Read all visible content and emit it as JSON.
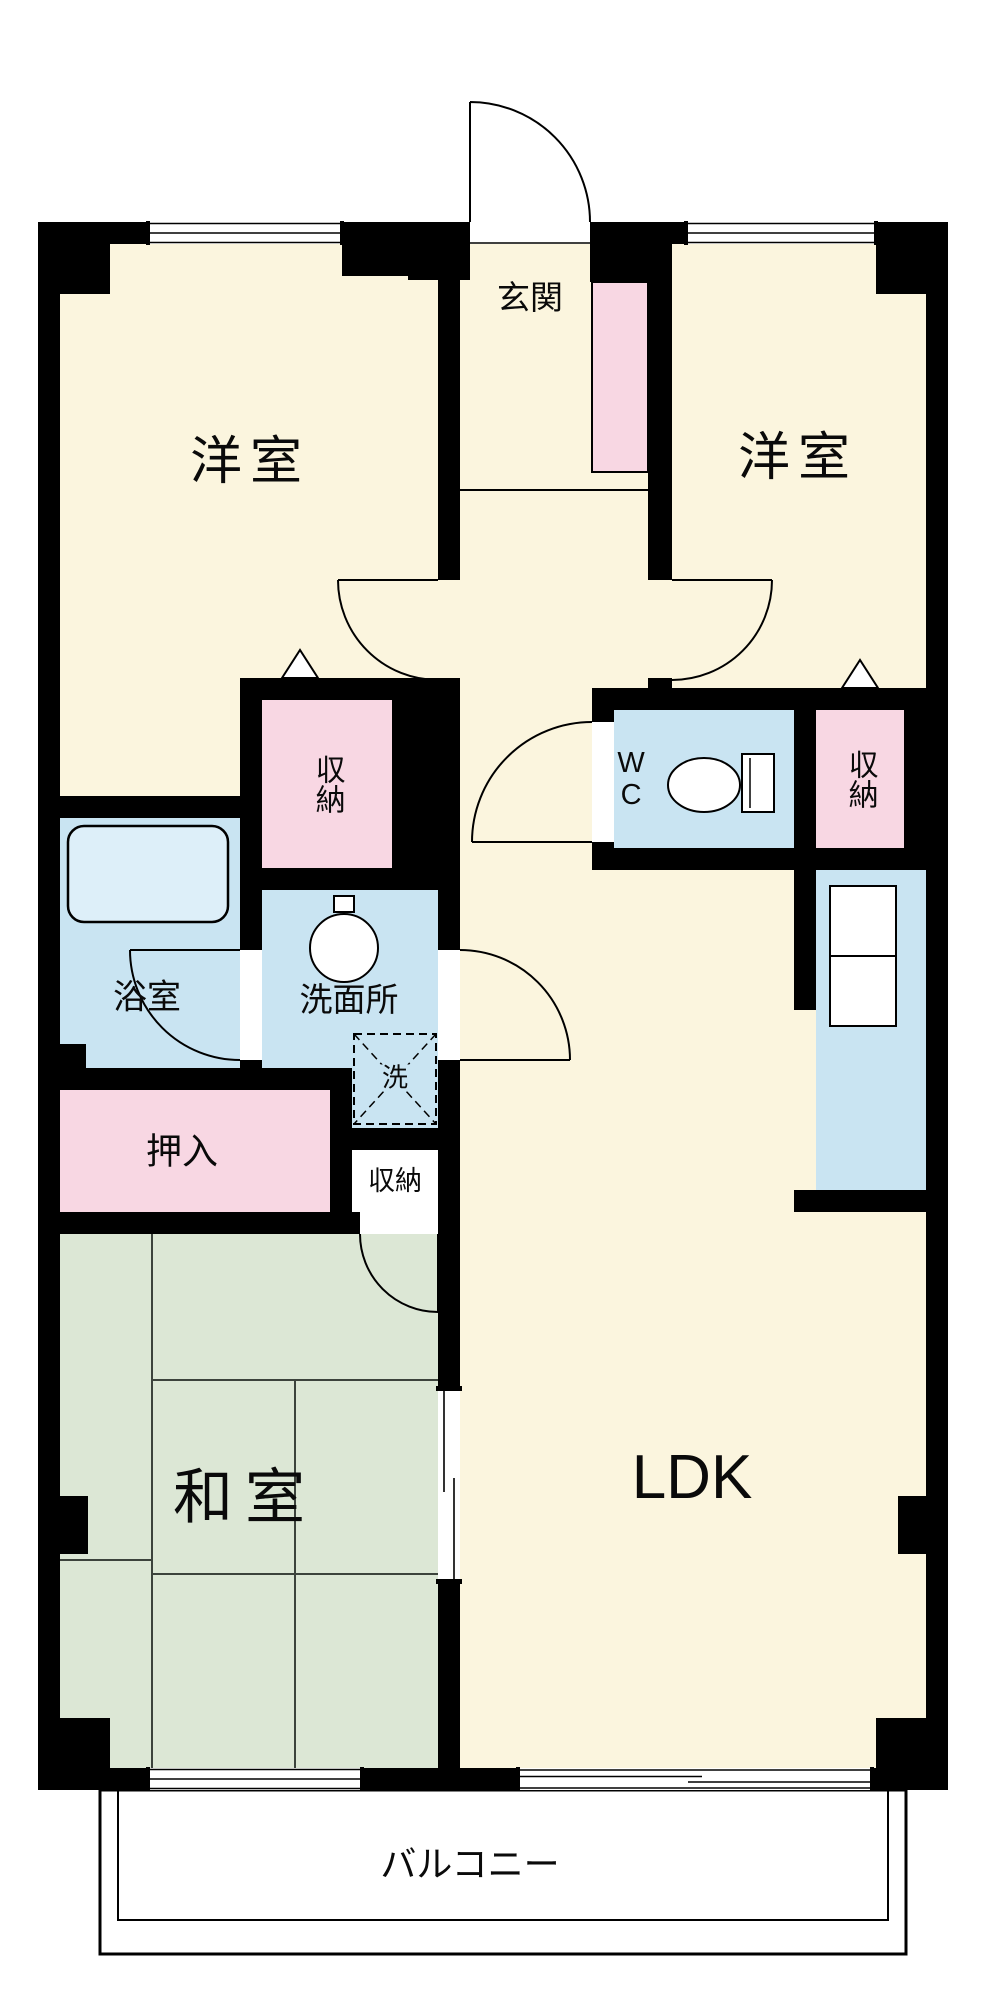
{
  "floorplan": {
    "rooms": {
      "genkan": {
        "label": "玄関"
      },
      "yoshitsu_left": {
        "label": "洋室"
      },
      "yoshitsu_right": {
        "label": "洋室"
      },
      "shunou_left": {
        "label": "収納"
      },
      "wc": {
        "label": "WC"
      },
      "shunou_right": {
        "label": "収納"
      },
      "yokushitsu": {
        "label": "浴室"
      },
      "senmenjo": {
        "label": "洗面所"
      },
      "laundry": {
        "label": "洗"
      },
      "oshiire": {
        "label": "押入"
      },
      "shunou_small": {
        "label": "収納"
      },
      "washitsu": {
        "label": "和室"
      },
      "ldk": {
        "label": "LDK"
      },
      "balcony": {
        "label": "バルコニー"
      }
    },
    "colors": {
      "wall": "#000000",
      "floor_cream": "#FBF5DE",
      "wet_area_blue": "#C9E4F2",
      "storage_pink": "#F8D7E3",
      "tatami_green": "#DCE7D5",
      "fixture_fill": "#DDEFF9",
      "background": "#FFFFFF"
    }
  }
}
